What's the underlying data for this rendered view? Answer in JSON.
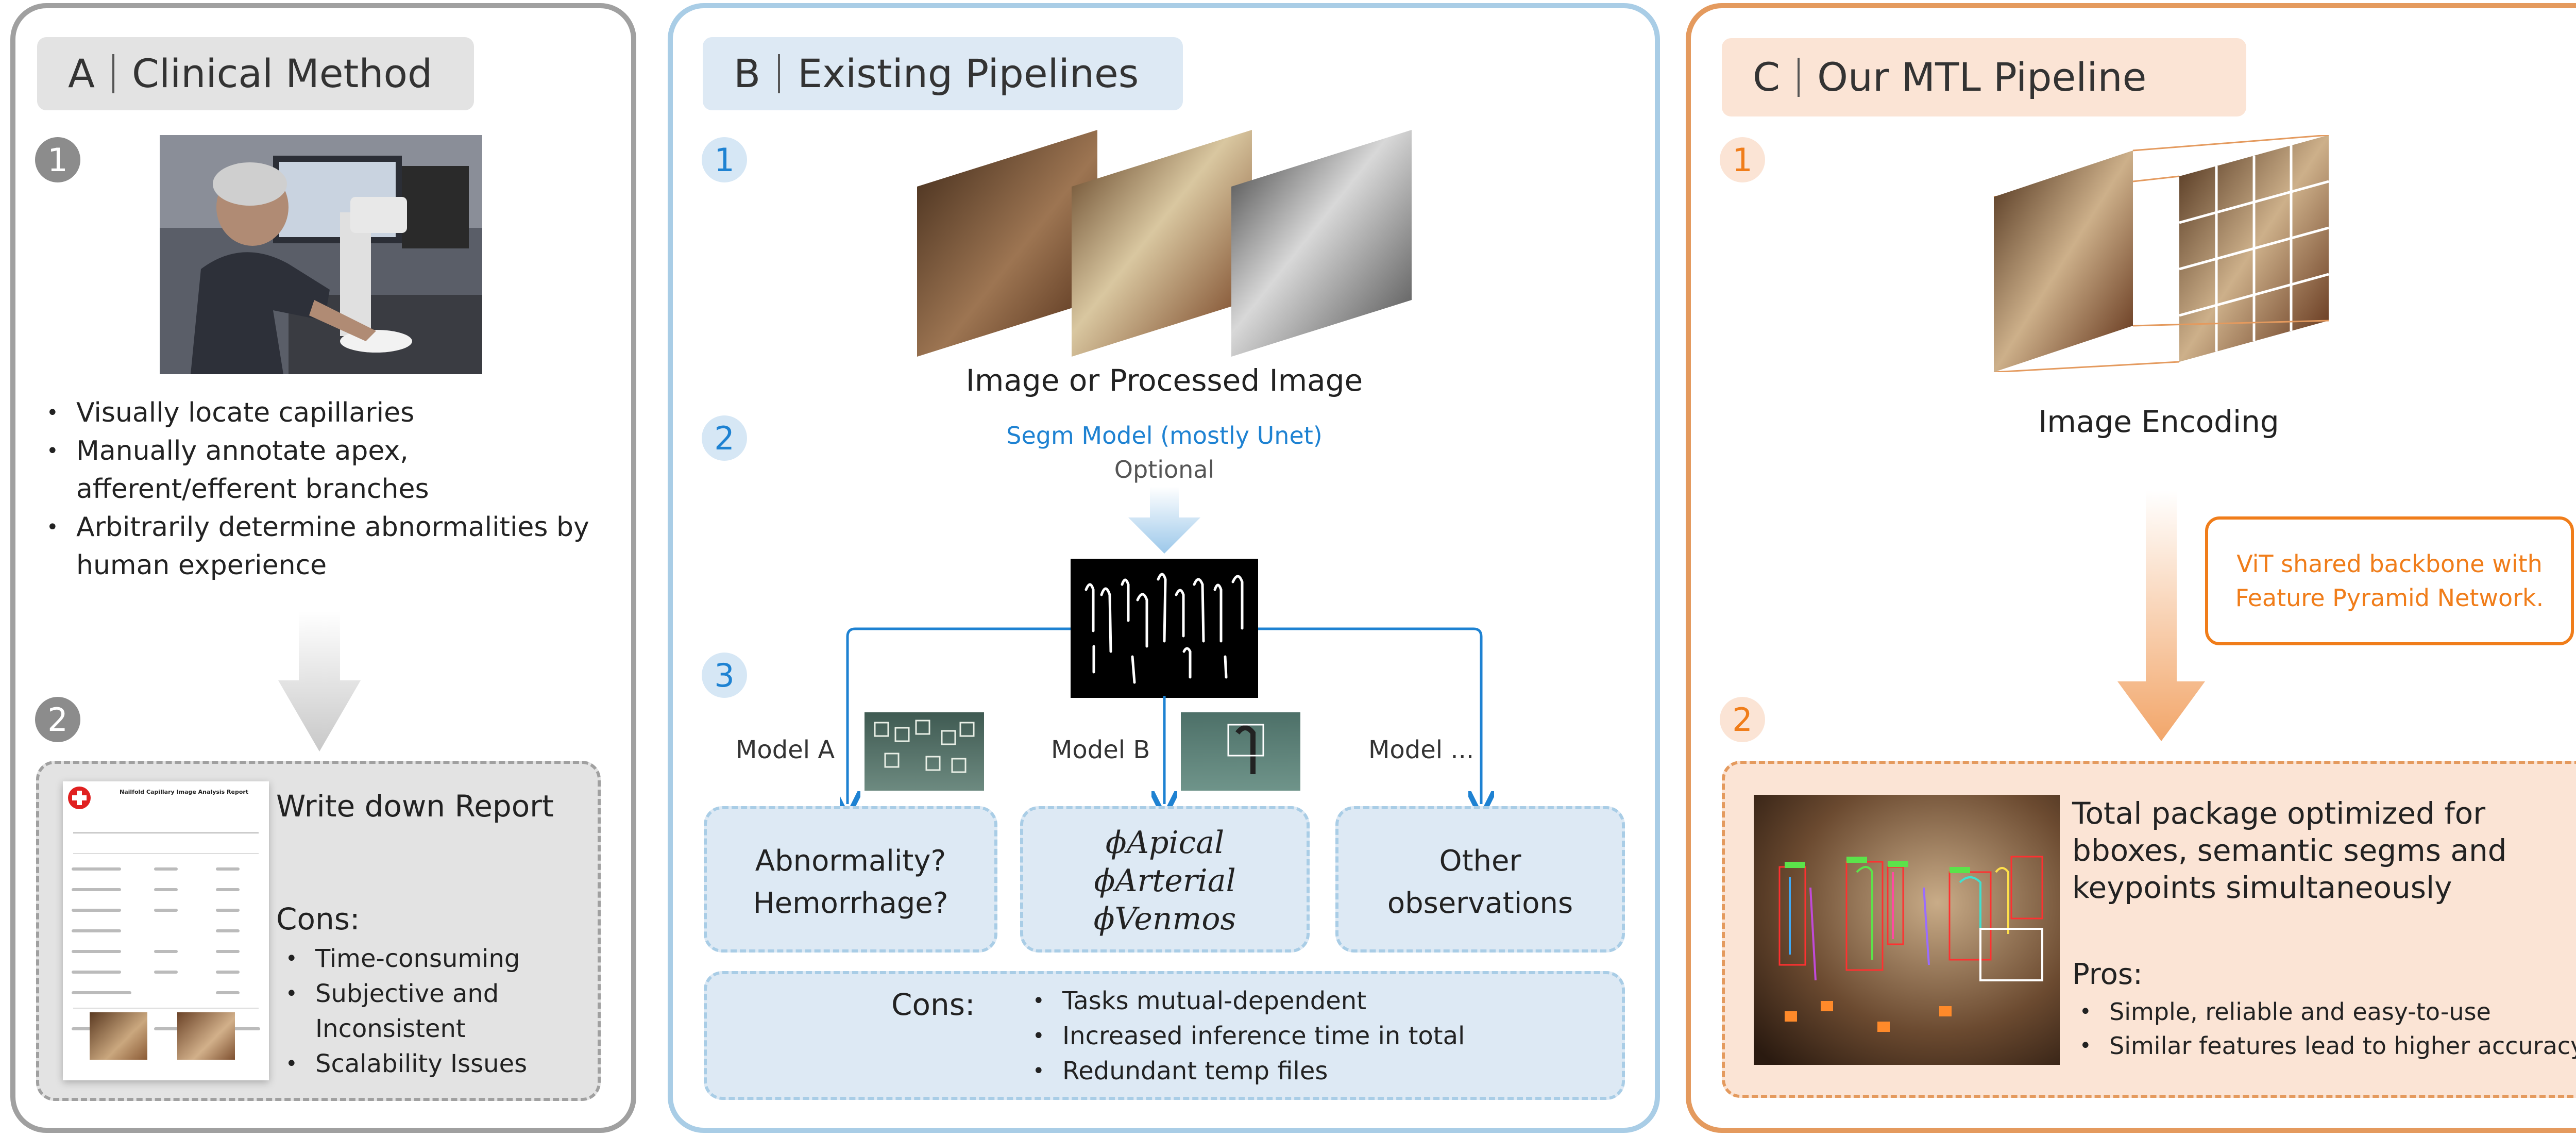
{
  "panelA": {
    "tab_letter": "A",
    "tab_title": "Clinical Method",
    "step1": "1",
    "step2": "2",
    "bullets": [
      "Visually locate capillaries",
      "Manually annotate apex, afferent/efferent branches",
      "Arbitrarily determine abnormalities by human experience"
    ],
    "report": {
      "title": "Write down Report",
      "doc_title": "Nailfold Capillary Image Analysis Report",
      "cons_label": "Cons:",
      "cons": [
        "Time-consuming",
        "Subjective and Inconsistent",
        "Scalability Issues"
      ]
    }
  },
  "panelB": {
    "tab_letter": "B",
    "tab_title": "Existing Pipelines",
    "step1": "1",
    "step2": "2",
    "step3": "3",
    "image_caption": "Image or Processed Image",
    "segm_label": "Segm Model (mostly Unet)",
    "optional_label": "Optional",
    "models": [
      "Model A",
      "Model B",
      "Model ..."
    ],
    "box_a": [
      "Abnormality?",
      "Hemorrhage?"
    ],
    "box_b": [
      "ϕApical",
      "ϕArterial",
      "ϕVenmos"
    ],
    "box_c": [
      "Other",
      "observations"
    ],
    "cons_label": "Cons:",
    "cons": [
      "Tasks mutual-dependent",
      "Increased inference time in total",
      "Redundant temp files"
    ]
  },
  "panelC": {
    "tab_letter": "C",
    "tab_title": "Our MTL Pipeline",
    "step1": "1",
    "step2": "2",
    "encoding_caption": "Image Encoding",
    "backbone_note": "ViT shared backbone with Feature Pyramid Network.",
    "total_text": "Total package optimized for bboxes, semantic segms and keypoints simultaneously",
    "pros_label": "Pros:",
    "pros": [
      "Simple, reliable and easy-to-use",
      "Similar features lead to higher accuracy"
    ]
  },
  "colors": {
    "gray_border": "#a0a0a0",
    "gray_fill": "#e3e3e3",
    "blue_border": "#a9cde6",
    "blue_fill": "#dde9f4",
    "blue_accent": "#1e82d2",
    "orange_border": "#e49a5e",
    "orange_fill": "#fbe4d5",
    "orange_accent": "#f07d1a"
  }
}
